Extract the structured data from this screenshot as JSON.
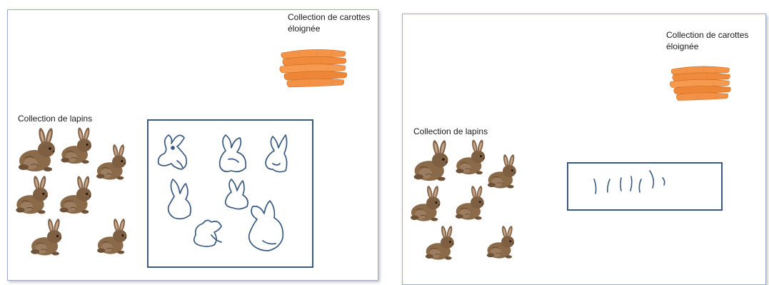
{
  "left_panel": {
    "carrot_label": "Collection de carottes\néloignée",
    "rabbit_label": "Collection de lapins",
    "rabbit_count": 7,
    "drawn_rabbit_count": 7
  },
  "right_panel": {
    "carrot_label": "Collection de carottes\néloignée",
    "rabbit_label": "Collection de lapins",
    "rabbit_count": 7,
    "tally_mark_count": 7
  },
  "colors": {
    "drawing_ink": "#3a5a80",
    "carrot": "#f08a3c",
    "rabbit_fur": "#8b6a4a"
  }
}
